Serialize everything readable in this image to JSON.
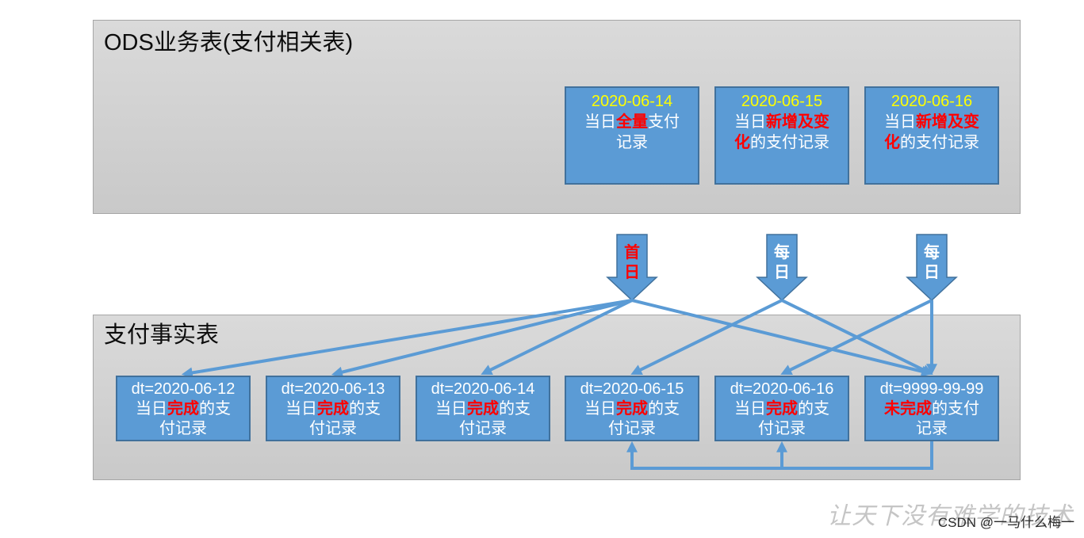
{
  "colors": {
    "panel_top": "#dadada",
    "panel_bottom": "#c9c9c9",
    "node_fill": "#5b9bd5",
    "node_border": "#41719c",
    "date_text": "#ffff00",
    "emphasis": "#ff0000",
    "connector": "#5b9bd5"
  },
  "ods_panel": {
    "title": "ODS业务表(支付相关表)",
    "nodes": [
      {
        "date": "2020-06-14",
        "line1": [
          "当日",
          "全量",
          "支付"
        ],
        "line2": [
          "记录"
        ]
      },
      {
        "date": "2020-06-15",
        "line1": [
          "当日",
          "新增及变"
        ],
        "line2": [
          "化",
          "的支付记录"
        ]
      },
      {
        "date": "2020-06-16",
        "line1": [
          "当日",
          "新增及变"
        ],
        "line2": [
          "化",
          "的支付记录"
        ]
      }
    ]
  },
  "load_arrows": [
    {
      "label": "首日"
    },
    {
      "label": "每日"
    },
    {
      "label": "每日"
    }
  ],
  "fact_panel": {
    "title": "支付事实表",
    "partitions": [
      {
        "dt": "dt=2020-06-12",
        "line1": [
          "当日",
          "完成",
          "的支"
        ],
        "line2": [
          "付记录"
        ]
      },
      {
        "dt": "dt=2020-06-13",
        "line1": [
          "当日",
          "完成",
          "的支"
        ],
        "line2": [
          "付记录"
        ]
      },
      {
        "dt": "dt=2020-06-14",
        "line1": [
          "当日",
          "完成",
          "的支"
        ],
        "line2": [
          "付记录"
        ]
      },
      {
        "dt": "dt=2020-06-15",
        "line1": [
          "当日",
          "完成",
          "的支"
        ],
        "line2": [
          "付记录"
        ]
      },
      {
        "dt": "dt=2020-06-16",
        "line1": [
          "当日",
          "完成",
          "的支"
        ],
        "line2": [
          "付记录"
        ]
      },
      {
        "dt": "dt=9999-99-99",
        "line1": [
          "未完成",
          "的支付"
        ],
        "line2": [
          "记录"
        ]
      }
    ]
  },
  "watermark": {
    "slogan": "让天下没有难学的技术",
    "credit": "CSDN @一马什么梅一"
  }
}
